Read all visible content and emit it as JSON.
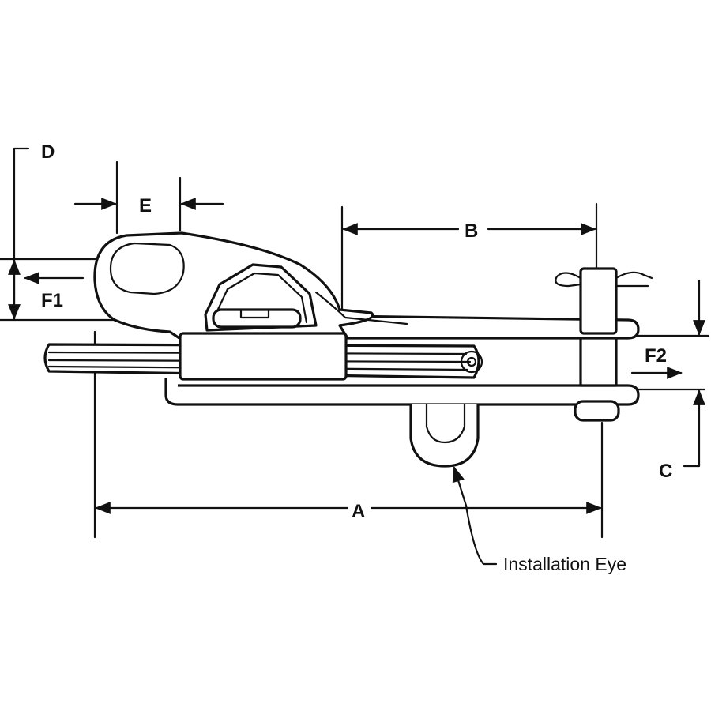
{
  "diagram": {
    "dimension_labels": {
      "a": "A",
      "b": "B",
      "c": "C",
      "d": "D",
      "e": "E",
      "f1": "F1",
      "f2": "F2"
    },
    "callout": "Installation Eye",
    "line_color": "#111111",
    "background": "#ffffff"
  }
}
